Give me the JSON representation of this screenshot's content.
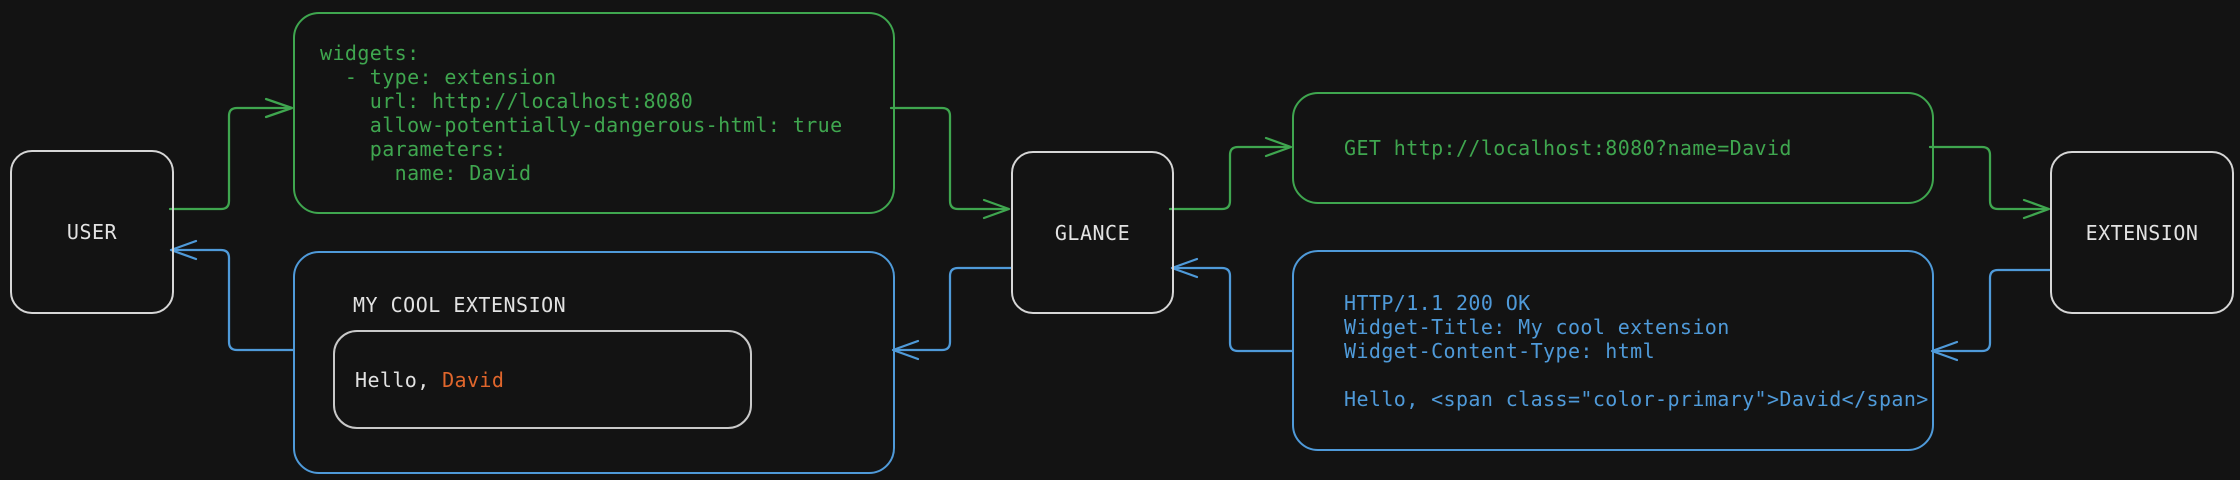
{
  "colors": {
    "background": "#131313",
    "green": "#3fa64f",
    "blue": "#4f9ad9",
    "orange": "#e0662c",
    "node-border": "#d6d6d6",
    "text-light": "#e2e2e2",
    "inner-border": "#c9c9c9"
  },
  "nodes": {
    "user": {
      "label": "USER"
    },
    "glance": {
      "label": "GLANCE"
    },
    "extension": {
      "label": "EXTENSION"
    }
  },
  "config_box": {
    "code": "widgets:\n  - type: extension\n    url: http://localhost:8080\n    allow-potentially-dangerous-html: true\n    parameters:\n      name: David"
  },
  "request_box": {
    "code": "GET http://localhost:8080?name=David"
  },
  "response_box": {
    "code": "HTTP/1.1 200 OK\nWidget-Title: My cool extension\nWidget-Content-Type: html\n\nHello, <span class=\"color-primary\">David</span>"
  },
  "widget_preview": {
    "title": "MY COOL EXTENSION",
    "greeting_prefix": "Hello, ",
    "greeting_name": "David"
  }
}
